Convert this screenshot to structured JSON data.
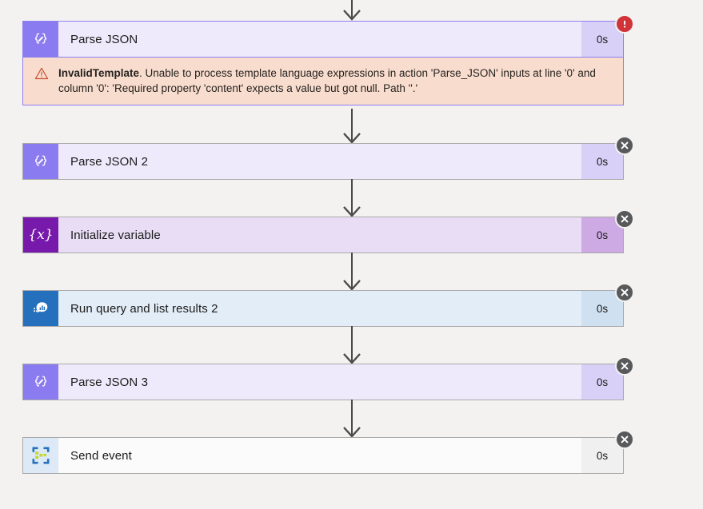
{
  "app": {
    "view_name": "logic-app-run-history-designer",
    "background_color": "#f3f2f1"
  },
  "colors": {
    "failed_badge": "#d13438",
    "skipped_badge": "#58595b",
    "error_banner_bg": "#f8dcce",
    "error_border": "#8f7ff0",
    "parse_json_accent": "#8a7bf0",
    "variable_accent": "#7719aa",
    "query_accent": "#2470bc",
    "event_accent": "#2470bc",
    "connector_line": "#4a4a4a"
  },
  "flow": {
    "nodes": [
      {
        "id": "parse-json",
        "title": "Parse JSON",
        "duration": "0s",
        "icon": "json-braces-icon",
        "icon_glyph": "{⟋}",
        "status": "failed",
        "status_icon": "error-exclamation-icon",
        "variant": "parse",
        "error": {
          "icon": "warning-triangle-icon",
          "code": "InvalidTemplate",
          "message": ". Unable to process template language expressions in action 'Parse_JSON' inputs at line '0' and column '0': 'Required property 'content' expects a value but got null. Path ''.'"
        }
      },
      {
        "id": "parse-json-2",
        "title": "Parse JSON 2",
        "duration": "0s",
        "icon": "json-braces-icon",
        "icon_glyph": "{⟋}",
        "status": "skipped",
        "status_icon": "skipped-x-icon",
        "variant": "parse"
      },
      {
        "id": "initialize-variable",
        "title": "Initialize variable",
        "duration": "0s",
        "icon": "variable-braces-icon",
        "icon_glyph": "{x}",
        "status": "skipped",
        "status_icon": "skipped-x-icon",
        "variant": "variable"
      },
      {
        "id": "run-query-and-list-results-2",
        "title": "Run query and list results 2",
        "duration": "0s",
        "icon": "azure-monitor-logs-icon",
        "status": "skipped",
        "status_icon": "skipped-x-icon",
        "variant": "query"
      },
      {
        "id": "parse-json-3",
        "title": "Parse JSON 3",
        "duration": "0s",
        "icon": "json-braces-icon",
        "icon_glyph": "{⟋}",
        "status": "skipped",
        "status_icon": "skipped-x-icon",
        "variant": "parse"
      },
      {
        "id": "send-event",
        "title": "Send event",
        "duration": "0s",
        "icon": "event-hubs-icon",
        "status": "skipped",
        "status_icon": "skipped-x-icon",
        "variant": "event"
      }
    ],
    "connectors": [
      {
        "id": "connector-top",
        "from": "above-viewport",
        "to": "parse-json",
        "icon": "arrow-down-icon"
      },
      {
        "id": "connector-1",
        "from": "parse-json",
        "to": "parse-json-2",
        "icon": "arrow-down-icon"
      },
      {
        "id": "connector-2",
        "from": "parse-json-2",
        "to": "initialize-variable",
        "icon": "arrow-down-icon"
      },
      {
        "id": "connector-3",
        "from": "initialize-variable",
        "to": "run-query-and-list-results-2",
        "icon": "arrow-down-icon"
      },
      {
        "id": "connector-4",
        "from": "run-query-and-list-results-2",
        "to": "parse-json-3",
        "icon": "arrow-down-icon"
      },
      {
        "id": "connector-5",
        "from": "parse-json-3",
        "to": "send-event",
        "icon": "arrow-down-icon"
      }
    ]
  }
}
